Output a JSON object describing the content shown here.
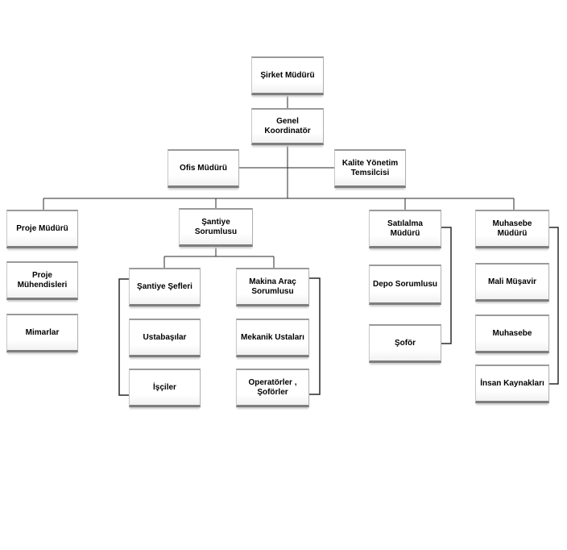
{
  "chart": {
    "boxes": {
      "sirket_muduru": "Şirket Müdürü",
      "genel_koordinator": "Genel Koordinatör",
      "ofis_muduru": "Ofis Müdürü",
      "kalite_yonetim_temsilcisi": "Kalite Yönetim Temsilcisi",
      "proje_muduru": "Proje Müdürü",
      "proje_muhendisleri": "Proje Mühendisleri",
      "mimarlar": "Mimarlar",
      "santiye_sorumlusu": "Şantiye Sorumlusu",
      "santiye_sefleri": "Şantiye Şefleri",
      "ustabasilar": "Ustabaşılar",
      "isciler": "İşçiler",
      "makina_arac_sorumlusu": "Makina Araç Sorumlusu",
      "mekanik_ustalari": "Mekanik Ustaları",
      "operatorler_soforler": "Operatörler , Şoförler",
      "satinalma_muduru": "Satılalma Müdürü",
      "depo_sorumlusu": "Depo Sorumlusu",
      "sofor": "Şoför",
      "muhasebe_muduru": "Muhasebe Müdürü",
      "mali_musavir": "Mali Müşavir",
      "muhasebe": "Muhasebe",
      "insan_kaynaklari": "İnsan Kaynakları"
    }
  }
}
